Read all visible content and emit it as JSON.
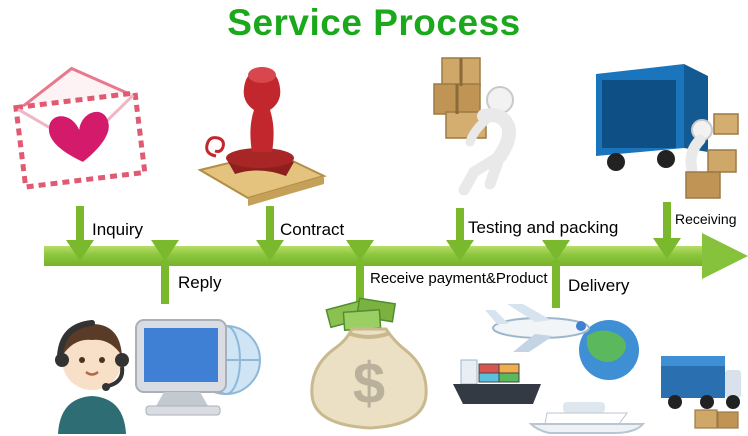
{
  "title": "Service Process",
  "colors": {
    "title_green": "#1CA81C",
    "band_green": "#8CC63E",
    "arrow_green": "#7AB92E",
    "label_black": "#000000"
  },
  "steps_top": [
    {
      "label": "Inquiry",
      "icon": "envelope-heart-icon"
    },
    {
      "label": "Contract",
      "icon": "rubber-stamp-icon"
    },
    {
      "label": "Testing and packing",
      "icon": "person-carrying-boxes-icon"
    },
    {
      "label": "Receiving",
      "icon": "truck-unloading-icon"
    }
  ],
  "steps_bottom": [
    {
      "label": "Reply",
      "icon": "customer-support-agent-icon"
    },
    {
      "label": "Receive payment&Product",
      "icon": "money-bag-icon"
    },
    {
      "label": "Delivery",
      "icon": "global-shipping-icon"
    }
  ]
}
